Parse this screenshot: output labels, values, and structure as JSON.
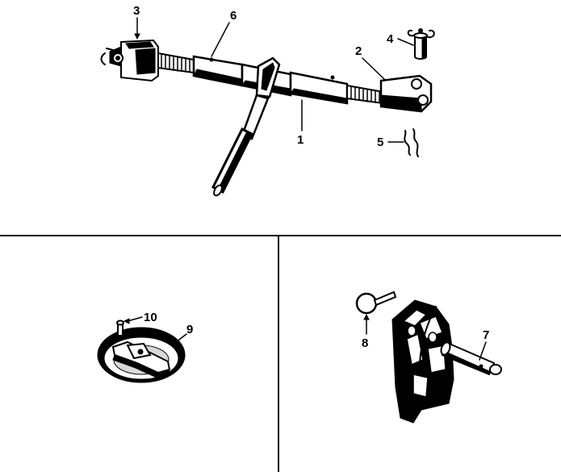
{
  "figure": {
    "callouts": {
      "c1": "1",
      "c2": "2",
      "c3": "3",
      "c4": "4",
      "c5": "5",
      "c6": "6",
      "c7": "7",
      "c8": "8",
      "c9": "9",
      "c10": "10"
    }
  },
  "colors": {
    "ink": "#000000",
    "paper": "#ffffff",
    "shade": "#d9d9d9"
  }
}
